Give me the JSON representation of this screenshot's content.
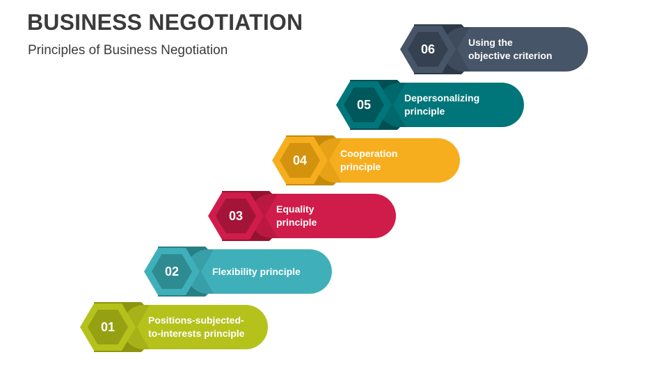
{
  "header": {
    "title": "BUSINESS NEGOTIATION",
    "subtitle": "Principles of Business Negotiation"
  },
  "steps": [
    {
      "number": "01",
      "label": "Positions-subjected-\nto-interests principle",
      "color": "#b5c21c",
      "dark": "#8c9410",
      "mid": "#a8b319"
    },
    {
      "number": "02",
      "label": "Flexibility principle",
      "color": "#3fb0b9",
      "dark": "#2a7f86",
      "mid": "#37a0a8"
    },
    {
      "number": "03",
      "label": "Equality\nprinciple",
      "color": "#d01c4b",
      "dark": "#961232",
      "mid": "#bd1843"
    },
    {
      "number": "04",
      "label": "Cooperation\nprinciple",
      "color": "#f6ae1f",
      "dark": "#c88a0a",
      "mid": "#e3a01a"
    },
    {
      "number": "05",
      "label": "Depersonalizing\nprinciple",
      "color": "#00767a",
      "dark": "#004f53",
      "mid": "#006a6e"
    },
    {
      "number": "06",
      "label": "Using the\nobjective criterion",
      "color": "#475568",
      "dark": "#2f3a48",
      "mid": "#3f4c5e"
    }
  ]
}
